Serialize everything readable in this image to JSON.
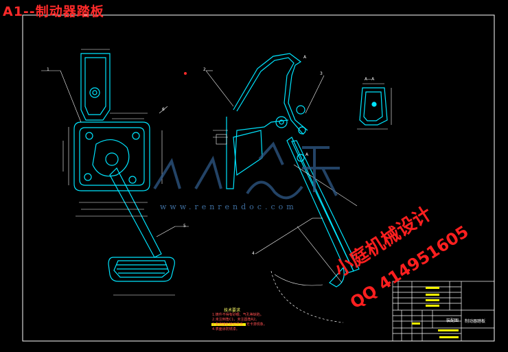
{
  "drawing": {
    "title": "A1--制动器踏板",
    "section_label": "A—A",
    "site_watermark": "www.renrendoc.com",
    "watermark_line1": "小庭机械设计",
    "watermark_line2": "QQ 414951605",
    "notes_title": "技术要求",
    "notes": [
      "1.铸件不得有砂眼、气孔等缺陷。",
      "2.未注倒角C1，未注圆角R2。",
      "3.各连接处转动灵活，无卡滞现象。",
      "4.表面涂防锈漆。"
    ],
    "callouts": [
      "1",
      "2",
      "3",
      "4",
      "5",
      "6",
      "A",
      "A"
    ],
    "title_block": {
      "drawing_name": "制动器踏板",
      "view_name": "装配图"
    }
  },
  "colors": {
    "background": "#000000",
    "frame": "#ffffff",
    "part_outline": "#00e5ff",
    "dimension": "#ffffff",
    "title": "#ff2a2a",
    "watermark": "#ff1f1f",
    "highlight": "#ffff00",
    "note_text": "#ff5050"
  }
}
